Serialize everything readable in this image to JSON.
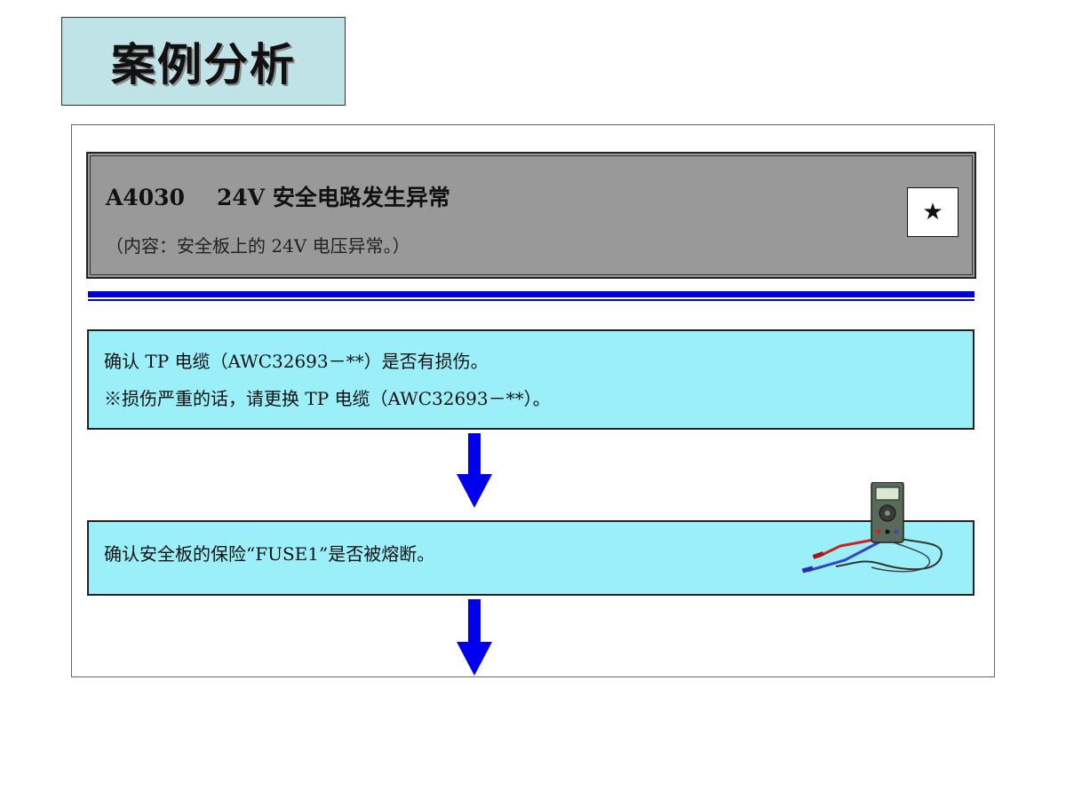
{
  "slide": {
    "title": "案例分析"
  },
  "alarm": {
    "code": "A4030",
    "title": "24V 安全电路发生异常",
    "description": "（内容：安全板上的 24V 电压异常。）",
    "star": "★"
  },
  "steps": [
    {
      "lines": [
        "确认 TP 电缆（AWC32693－**）是否有损伤。",
        "※损伤严重的话，请更换 TP 电缆（AWC32693－**）。"
      ]
    },
    {
      "lines": [
        "确认安全板的保险“FUSE1”是否被熔断。"
      ]
    }
  ],
  "colors": {
    "title_bg": "#bfe3e6",
    "header_bg": "#999999",
    "step_bg": "#9beff8",
    "arrow": "#0000ee",
    "divider": "#0000dd"
  },
  "icons": {
    "multimeter": "multimeter-icon",
    "arrow": "arrow-down-icon"
  }
}
